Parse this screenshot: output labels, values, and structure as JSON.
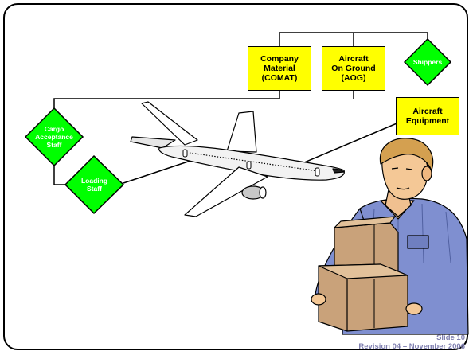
{
  "boxes": {
    "comat": [
      "Company",
      "Material",
      "(COMAT)"
    ],
    "aog": [
      "Aircraft",
      "On Ground",
      "(AOG)"
    ],
    "equipment": [
      "Aircraft",
      "Equipment"
    ]
  },
  "diamonds": {
    "shippers": [
      "Shippers"
    ],
    "cargo": [
      "Cargo",
      "Acceptance",
      "Staff"
    ],
    "loading": [
      "Loading",
      "Staff"
    ]
  },
  "footer": {
    "slide": "Slide 10",
    "revision": "Revision 04 – November 2006"
  },
  "colors": {
    "box_fill": "#ffff00",
    "diamond_fill": "#00ff00",
    "footer_text": "#7f7fb0"
  }
}
